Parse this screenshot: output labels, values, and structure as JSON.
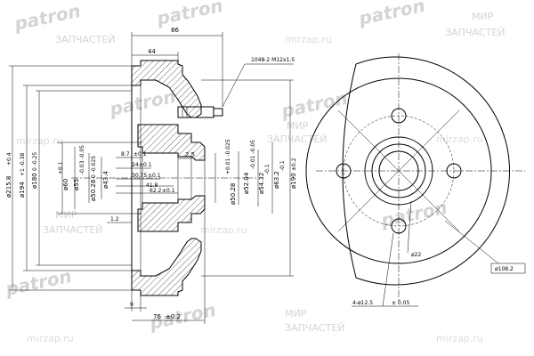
{
  "watermark": {
    "logo": "patron",
    "line1": "МИР",
    "line2": "ЗАПЧАСТЕЙ",
    "url": "mirzap.ru"
  },
  "section_view": {
    "top_dims": {
      "overall_width": "86",
      "hub_width": "44"
    },
    "left_diameters": {
      "d1": "ø215.8",
      "d1_tol": "+0.4",
      "d2": "ø194",
      "d2_tol": "+1 -0.38",
      "d3": "ø180",
      "d3_tol": "0 -0.25"
    },
    "hub_diameters": {
      "d_a": "ø60",
      "d_a_tol": "+0.1",
      "d_b": "ø55",
      "d_b_tol": "-0.03 -0.05",
      "d_c": "ø50.28",
      "d_c_tol": "0 -0.025",
      "d_d": "ø43.4"
    },
    "inner_dims": {
      "a": "8.7",
      "a_tol": "±0.1",
      "b": "24",
      "b_tol": "±0.1",
      "c": "30.75",
      "c_tol": "±0.1",
      "d": "41.8",
      "e": "62.2",
      "e_tol": "±0.1",
      "f": "2.5"
    },
    "right_diameters": {
      "r1": "ø50.28",
      "r1_tol": "+0.01 -0.025",
      "r2": "ø52.04",
      "r2_tol": "-0.01 -0.05",
      "r3": "ø54.32",
      "r3_tol": "-0.1",
      "r4": "ø63.2",
      "r4_tol": "-0.1",
      "r5": "ø190",
      "r5_tol": "±0.2"
    },
    "misc": {
      "thread_callout": "1048-2 M12x1.5",
      "wall": "1.2",
      "flange": "9",
      "bottom_width": "76",
      "bottom_width_tol": "±0.2"
    }
  },
  "front_view": {
    "bolt_circle": "ø108.2",
    "center_bore": "ø22",
    "holes": "4-ø12.5",
    "holes_tol": "± 0.05"
  }
}
